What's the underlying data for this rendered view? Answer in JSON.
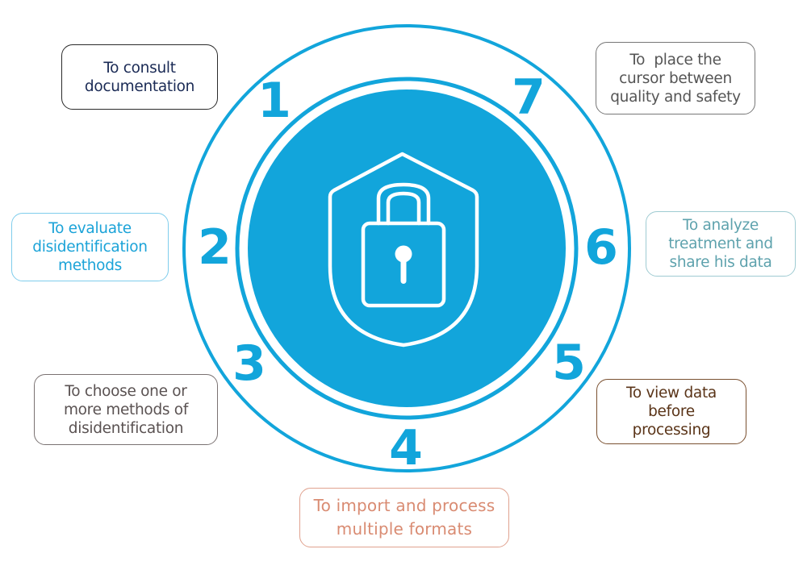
{
  "diagram": {
    "type": "circular-steps",
    "center_icon": "shield-lock-icon",
    "colors": {
      "ring": "#12a5db",
      "center_fill": "#12a5db",
      "icon_stroke": "#ffffff",
      "number": "#12a5db"
    },
    "steps": [
      {
        "number": "1",
        "label": "To consult documentation",
        "text_color": "#1a2a55",
        "border_color": "#2a2a2a"
      },
      {
        "number": "2",
        "label": "To evaluate disidentification methods",
        "text_color": "#1ba3d8",
        "border_color": "#7fcdec"
      },
      {
        "number": "3",
        "label": "To choose one or more methods of disidentification",
        "text_color": "#5a5252",
        "border_color": "#7a7272"
      },
      {
        "number": "4",
        "label": "To import and process multiple formats",
        "text_color": "#d98b72",
        "border_color": "#e0a28f"
      },
      {
        "number": "5",
        "label": "To view data before processing",
        "text_color": "#5a3418",
        "border_color": "#7a5030"
      },
      {
        "number": "6",
        "label": "To analyze treatment and share his data",
        "text_color": "#5ea2ad",
        "border_color": "#9fcbd2"
      },
      {
        "number": "7",
        "label": "To  place the cursor between quality and safety",
        "text_color": "#555555",
        "border_color": "#777777"
      }
    ],
    "label_lines": {
      "1": [
        "To consult",
        "documentation"
      ],
      "2": [
        "To evaluate",
        "disidentification",
        "methods"
      ],
      "3": [
        "To choose one or",
        "more methods of",
        "disidentification"
      ],
      "4": [
        "To import and process",
        "multiple formats"
      ],
      "5": [
        "To view data",
        "before",
        "processing"
      ],
      "6": [
        "To analyze",
        "treatment and",
        "share his data"
      ],
      "7": [
        "To  place the",
        "cursor between",
        "quality and safety"
      ]
    }
  }
}
